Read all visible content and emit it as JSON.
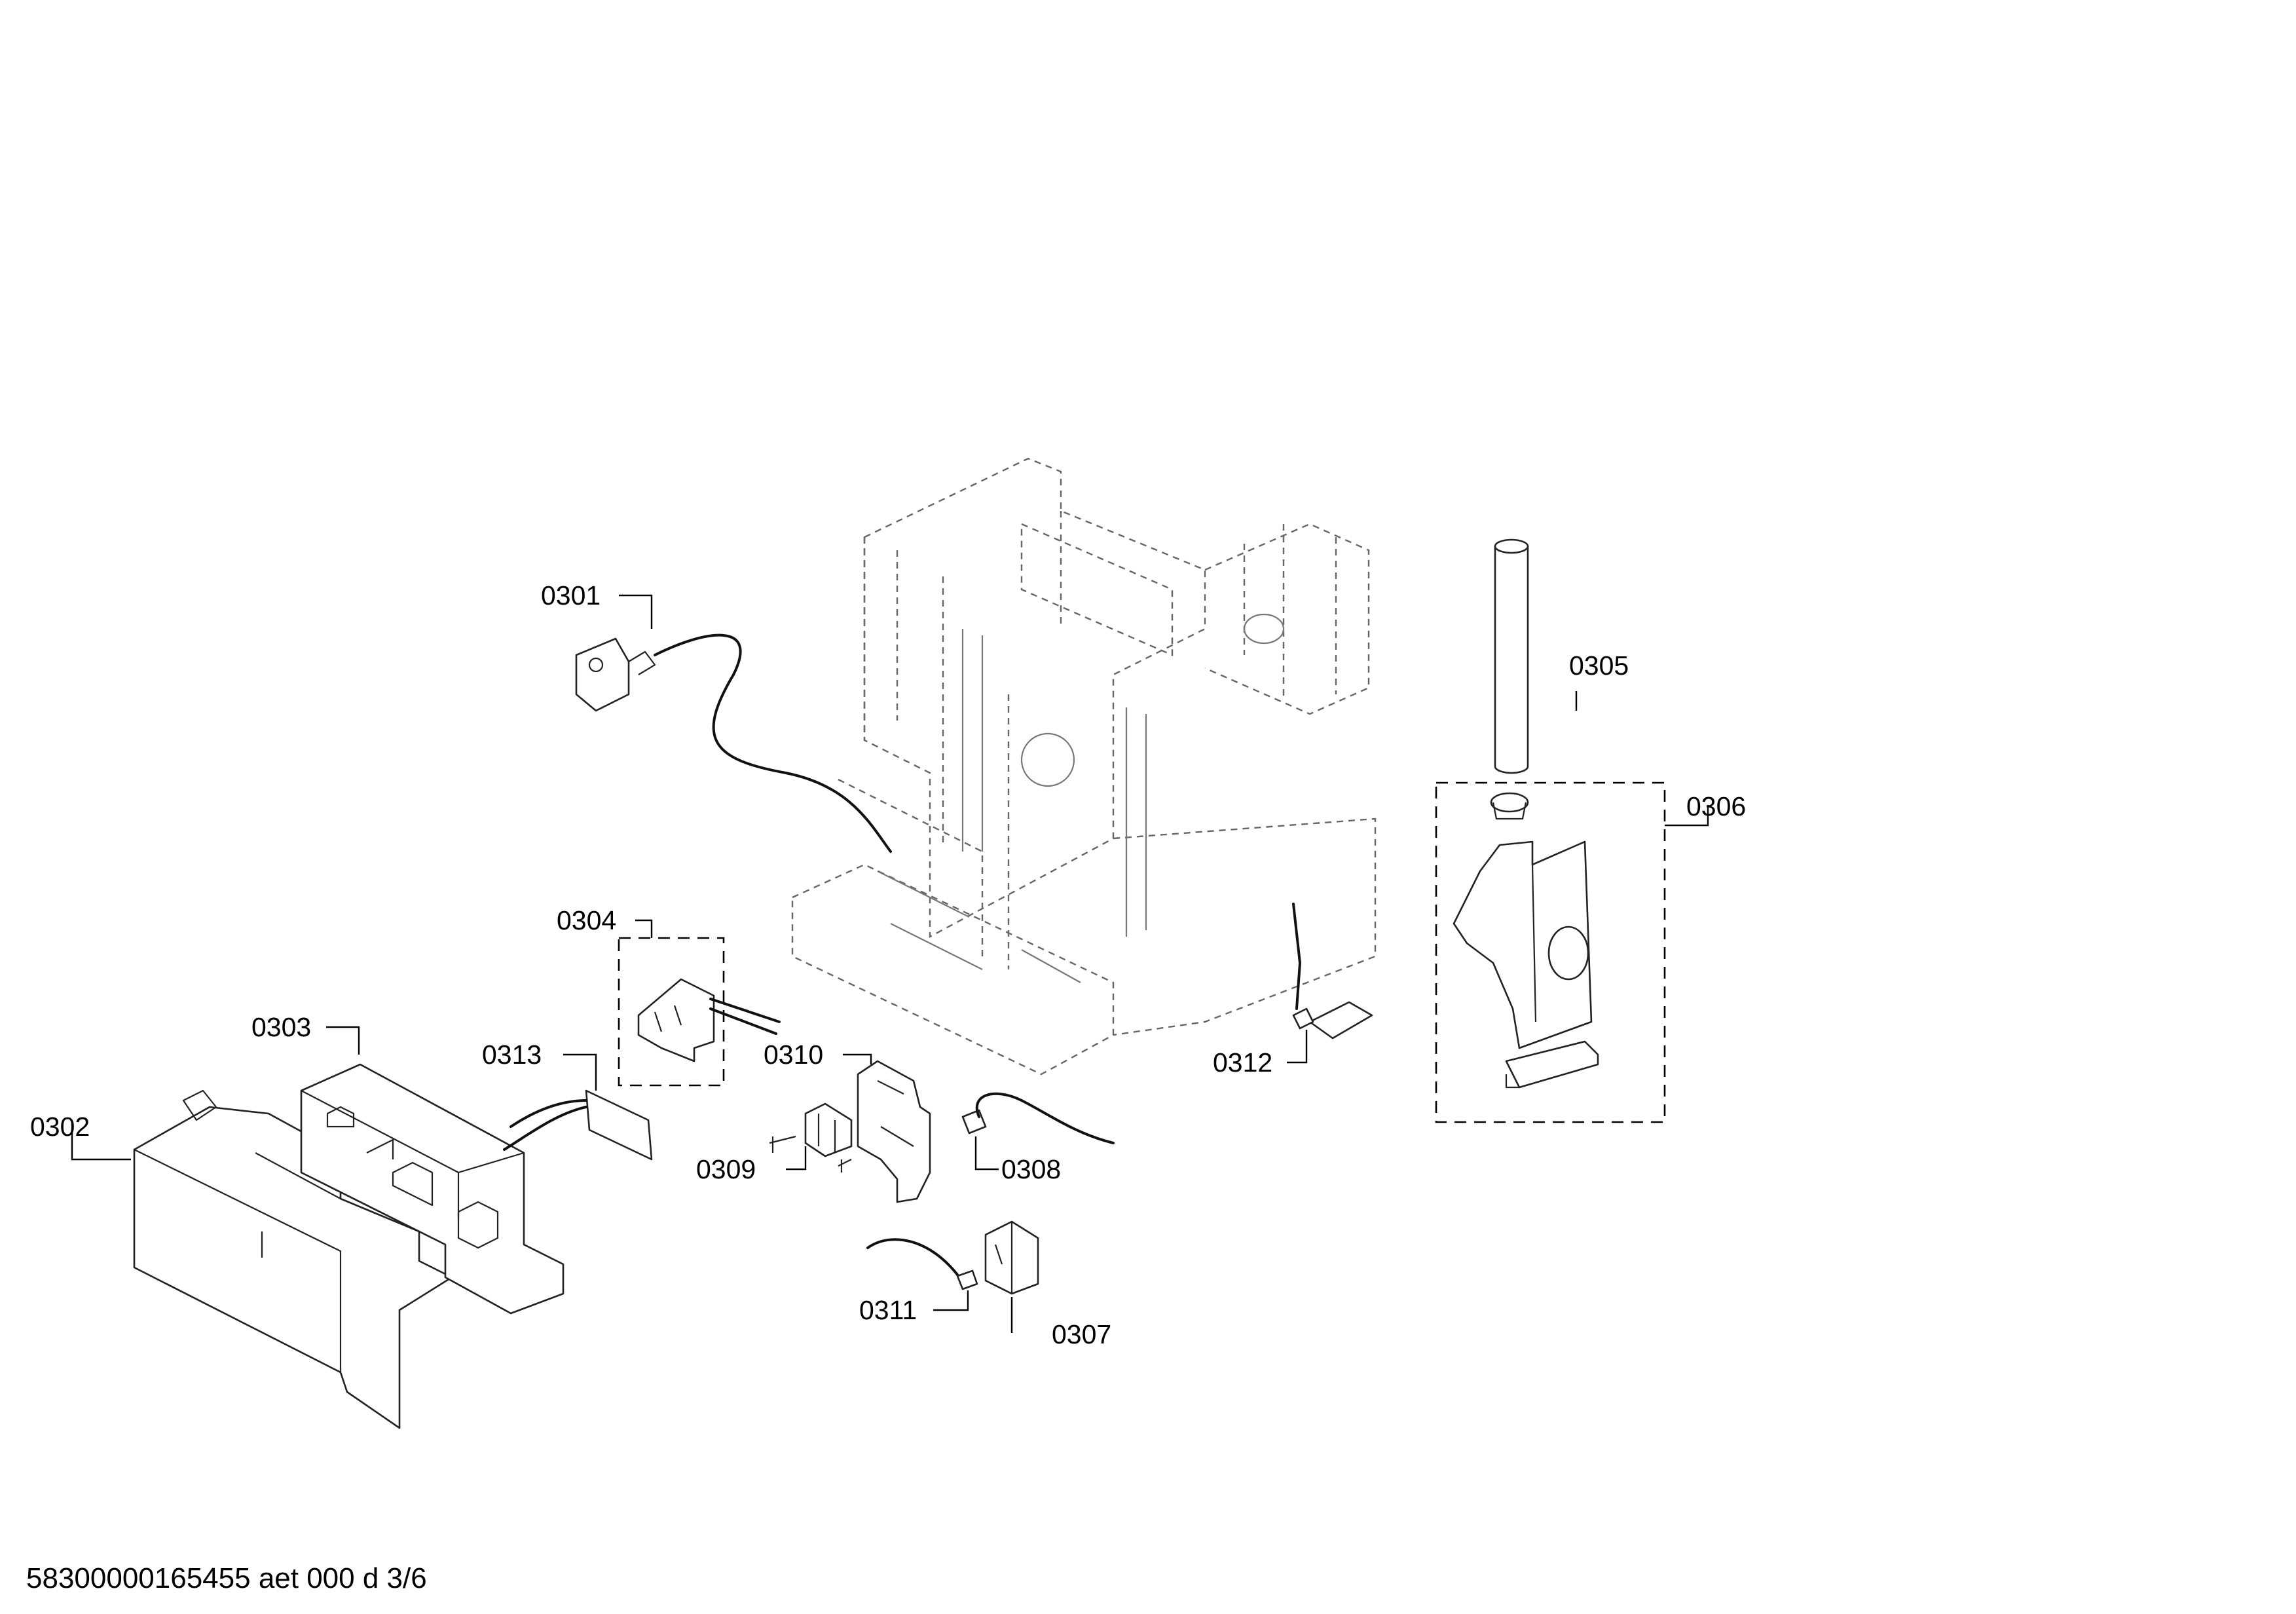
{
  "labels": {
    "p0301": "0301",
    "p0302": "0302",
    "p0303": "0303",
    "p0304": "0304",
    "p0305": "0305",
    "p0306": "0306",
    "p0307": "0307",
    "p0308": "0308",
    "p0309": "0309",
    "p0310": "0310",
    "p0311": "0311",
    "p0312": "0312",
    "p0313": "0313"
  },
  "footer": "58300000165455 aet 000 d 3/6"
}
